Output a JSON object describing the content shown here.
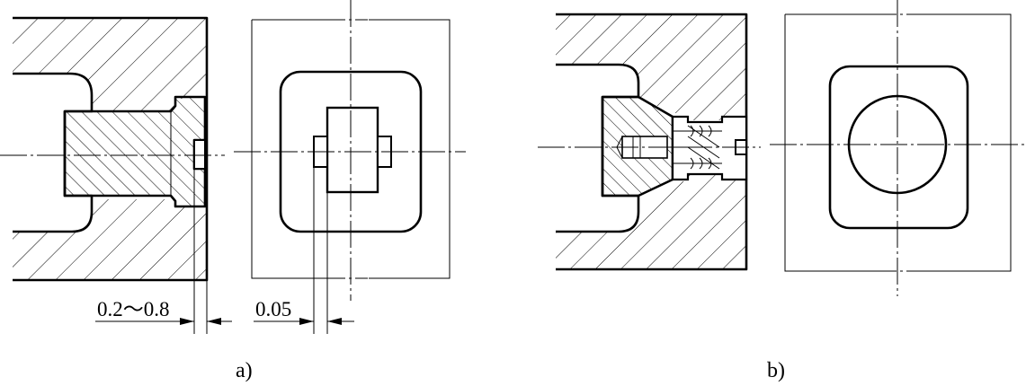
{
  "figure_a": {
    "caption": "a)",
    "dimension_gap": "0.2～0.8",
    "dimension_clearance": "0.05"
  },
  "figure_b": {
    "caption": "b)"
  }
}
